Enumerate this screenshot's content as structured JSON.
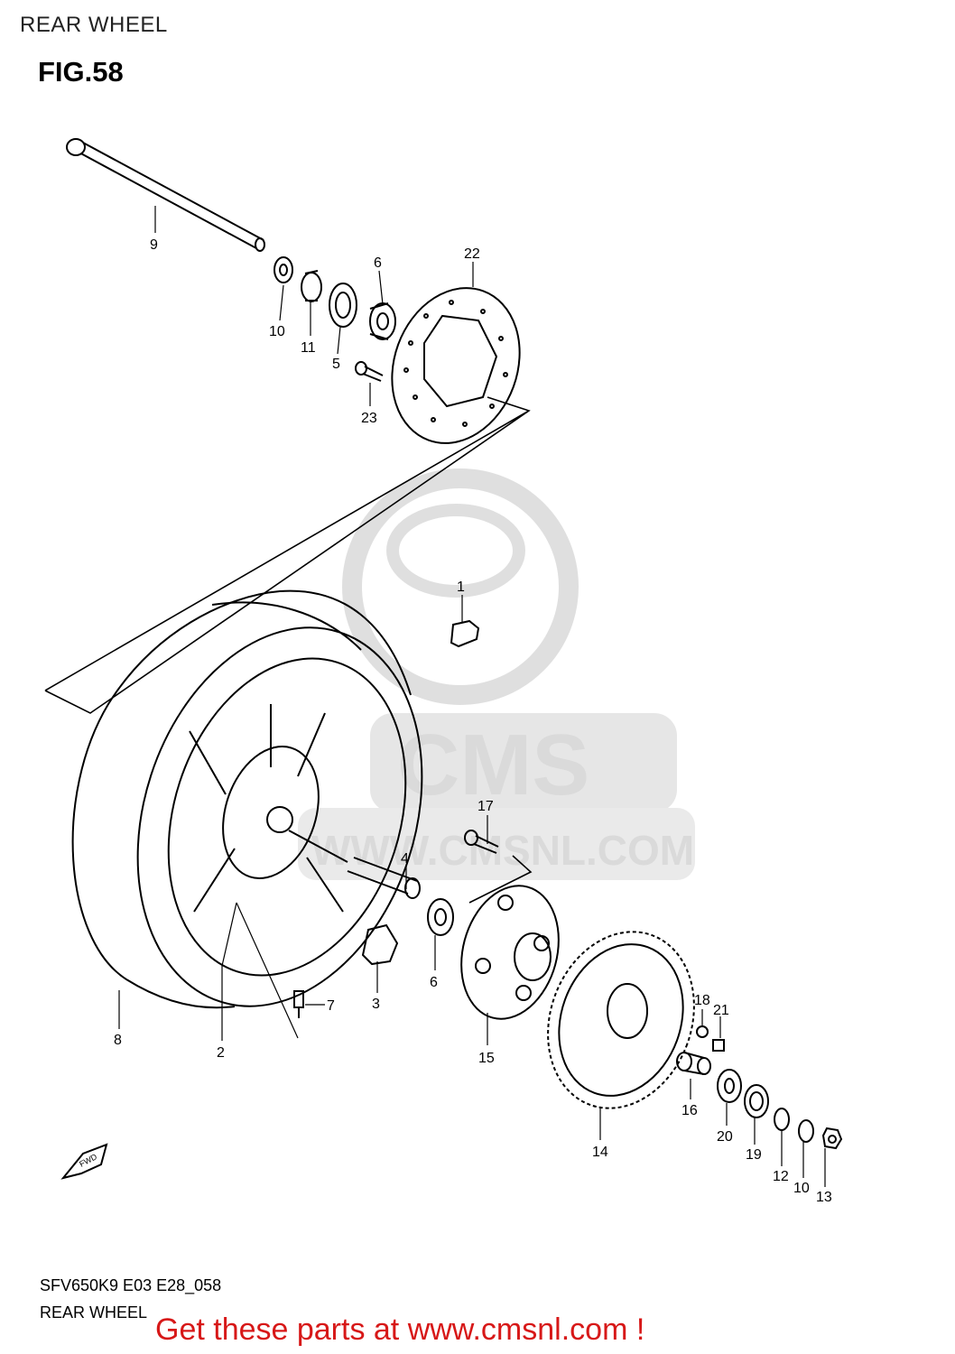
{
  "header": {
    "title": "REAR WHEEL",
    "figure": "FIG.58"
  },
  "footer": {
    "code": "SFV650K9 E03 E28_058",
    "name": "REAR WHEEL"
  },
  "cta": {
    "text": "Get these parts at www.cmsnl.com !",
    "color": "#d71818"
  },
  "watermark": {
    "brand": "CMS",
    "url": "WWW.CMSNL.COM"
  },
  "fwd_arrow": {
    "label": "FWD"
  },
  "callouts": [
    "1",
    "2",
    "3",
    "4",
    "5",
    "6",
    "6",
    "7",
    "8",
    "9",
    "10",
    "10",
    "11",
    "12",
    "13",
    "14",
    "15",
    "16",
    "17",
    "18",
    "19",
    "20",
    "21",
    "22",
    "23"
  ]
}
